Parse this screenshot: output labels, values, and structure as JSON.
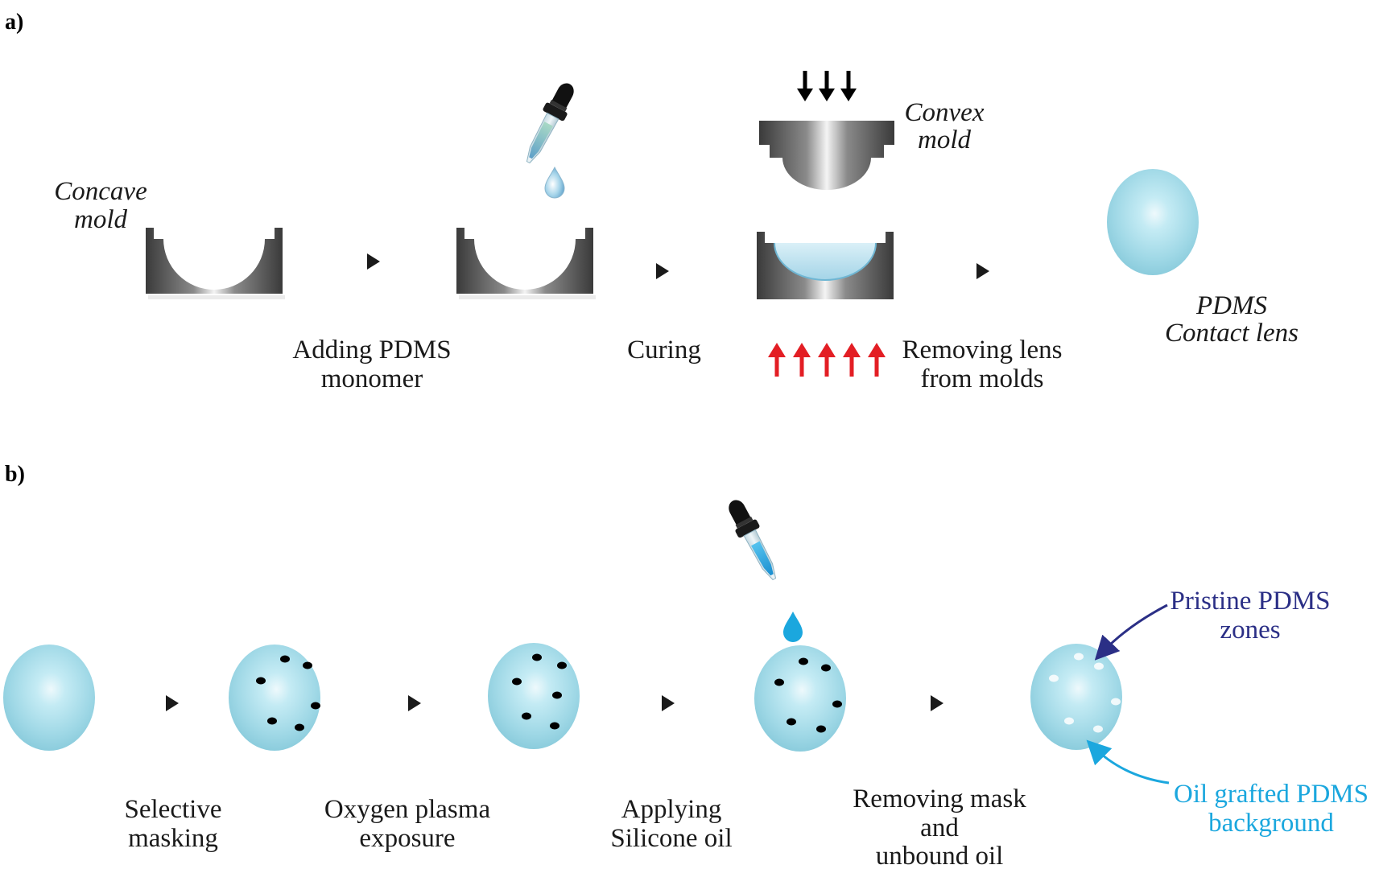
{
  "panels": {
    "a": "a)",
    "b": "b)"
  },
  "panel_a": {
    "concave_mold": [
      "Concave",
      "mold"
    ],
    "convex_mold": [
      "Convex",
      "mold"
    ],
    "step_adding": [
      "Adding PDMS",
      "monomer"
    ],
    "step_curing": [
      "Curing"
    ],
    "step_removing": [
      "Removing lens",
      "from molds"
    ],
    "result": [
      "PDMS",
      "Contact lens"
    ]
  },
  "panel_b": {
    "step_masking": [
      "Selective",
      "masking"
    ],
    "step_plasma": [
      "Oxygen plasma",
      "exposure"
    ],
    "step_oil": [
      "Applying",
      "Silicone oil"
    ],
    "step_remove": [
      "Removing mask",
      "and",
      "unbound oil"
    ],
    "pristine_label": [
      "Pristine PDMS",
      "zones"
    ],
    "oil_label": [
      "Oil grafted PDMS",
      "background"
    ]
  },
  "colors": {
    "lens": "#9fd8e6",
    "pristine": "#2b2f86",
    "oil": "#1ba7de",
    "up_arrow": "#e31e24",
    "down_arrow": "#000000"
  },
  "icons": {
    "dropper": "dropper-icon",
    "flow_arrow": "triangle-right-icon"
  }
}
